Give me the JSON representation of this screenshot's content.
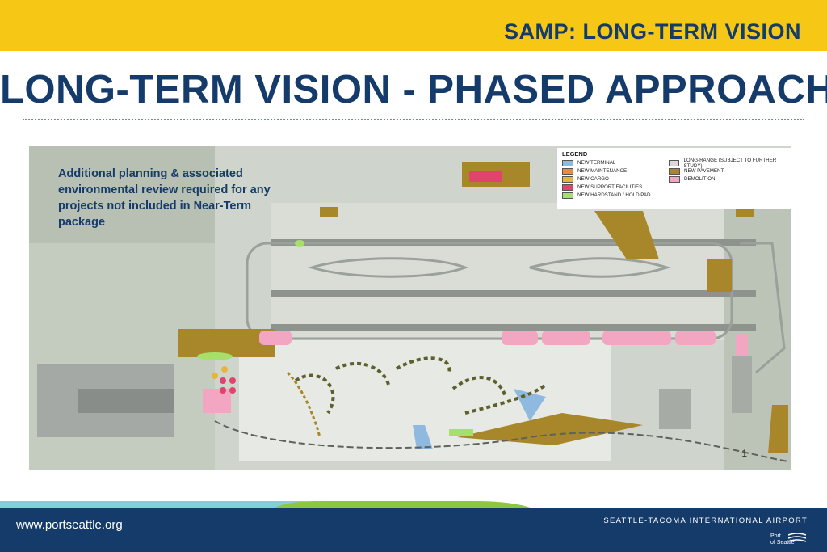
{
  "header": {
    "section_title": "SAMP: LONG-TERM VISION"
  },
  "page": {
    "title": "LONG-TERM VISION - PHASED APPROACH"
  },
  "map": {
    "note": "Additional planning & associated environmental review required for any projects not included in Near-Term package",
    "page_number": "1",
    "legend": {
      "title": "LEGEND",
      "items": [
        {
          "label": "NEW TERMINAL",
          "color": "#8fb9de"
        },
        {
          "label": "NEW MAINTENANCE",
          "color": "#f0893a"
        },
        {
          "label": "NEW CARGO",
          "color": "#e8b43a"
        },
        {
          "label": "NEW SUPPORT FACILITIES",
          "color": "#e0436e"
        },
        {
          "label": "NEW HARDSTAND / HOLD PAD",
          "color": "#a6e06a"
        },
        {
          "label": "LONG-RANGE (SUBJECT TO FURTHER STUDY)",
          "color": "#d9d9d9"
        },
        {
          "label": "NEW PAVEMENT",
          "color": "#a8862a"
        },
        {
          "label": "DEMOLITION",
          "color": "#f3a6c2"
        }
      ]
    }
  },
  "footer": {
    "website": "www.portseattle.org",
    "airport_name": "SEATTLE-TACOMA INTERNATIONAL AIRPORT",
    "logo_text_line1": "Port",
    "logo_text_line2": "of Seattle"
  }
}
